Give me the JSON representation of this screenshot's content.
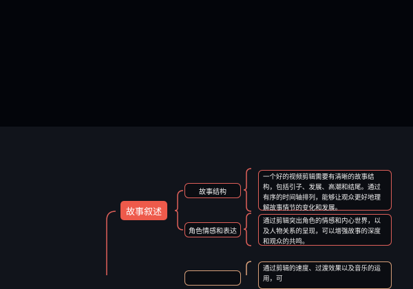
{
  "mindmap": {
    "root": {
      "label": "故事叙述"
    },
    "children": [
      {
        "label": "故事结构",
        "detail": "一个好的视频剪辑需要有清晰的故事结构，包括引子、发展、高潮和结尾。通过有序的时间轴排列，能够让观众更好地理解故事情节的变化和发展。"
      },
      {
        "label": "角色情感和表达",
        "detail": "通过剪辑突出角色的情感和内心世界，以及人物关系的呈现，可以增强故事的深度和观众的共鸣。"
      },
      {
        "label": "",
        "detail": "通过剪辑的速度、过渡效果以及音乐的运用，可"
      }
    ]
  },
  "colors": {
    "top_background": "#03050a",
    "canvas_background": "#11141b",
    "root_fill": "#ee5a4b",
    "accent_border": "#e0605a",
    "secondary_border": "#d9a07a"
  }
}
